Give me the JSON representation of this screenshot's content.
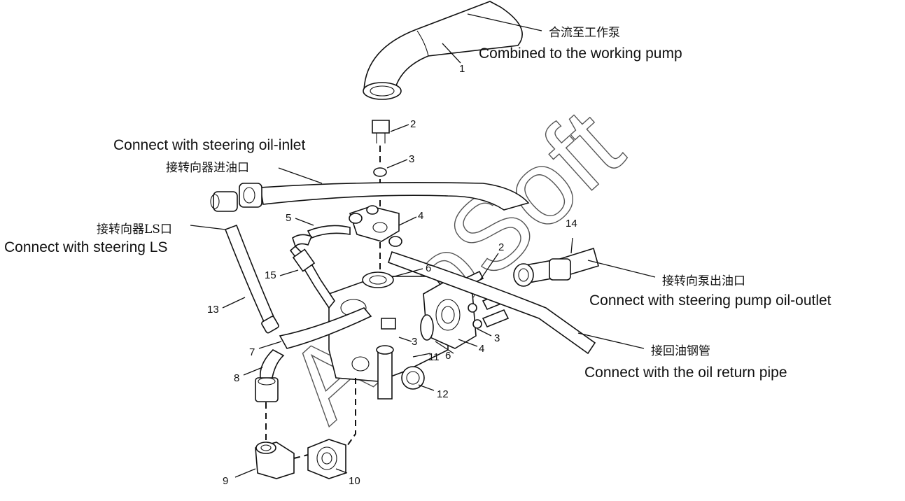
{
  "labels": {
    "working_pump_cn": "合流至工作泵",
    "working_pump_en": "Combined to the working pump",
    "steering_inlet_en": "Connect with steering oil-inlet",
    "steering_inlet_cn": "接转向器进油口",
    "steering_ls_cn": "接转向器LS口",
    "steering_ls_en": "Connect with steering LS",
    "pump_outlet_cn": "接转向泵出油口",
    "pump_outlet_en": "Connect with steering pump oil-outlet",
    "return_pipe_cn": "接回油钢管",
    "return_pipe_en": "Connect with the oil return pipe"
  },
  "callouts": {
    "n1": "1",
    "n2a": "2",
    "n3a": "3",
    "n4a": "4",
    "n5": "5",
    "n14": "14",
    "n2b": "2",
    "n15": "15",
    "n6a": "6",
    "n13": "13",
    "n3b": "3",
    "n3c": "3",
    "n7": "7",
    "n11": "11",
    "n6b": "6",
    "n4b": "4",
    "n8": "8",
    "n12": "12",
    "n9": "9",
    "n10": "10"
  },
  "watermark": {
    "text": "AutoSoft"
  }
}
